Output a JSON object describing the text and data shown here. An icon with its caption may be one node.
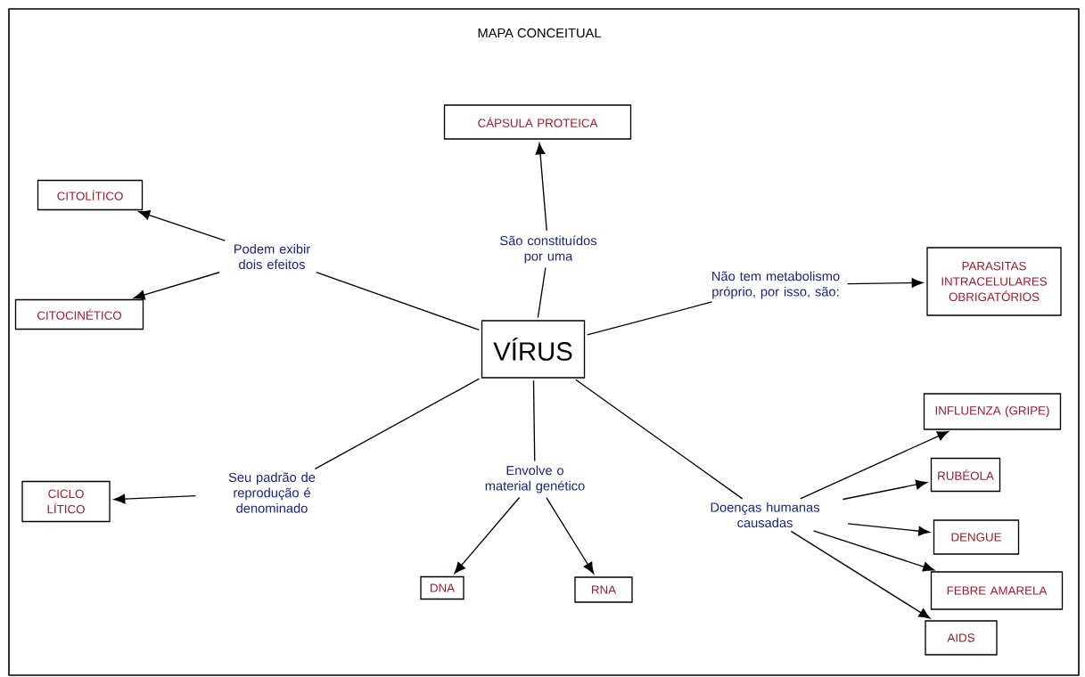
{
  "diagram": {
    "title": "MAPA CONCEITUAL",
    "nodes": [
      {
        "text": [
          "VÍRUS"
        ]
      },
      {
        "text": [
          "CÁPSULA PROTEICA"
        ]
      },
      {
        "text": [
          "São constituídos por uma"
        ]
      },
      {
        "text": [
          "CITOLÍTICO"
        ]
      },
      {
        "text": [
          "CITOCINÉTICO"
        ]
      },
      {
        "text": [
          "Podem exibir dois efeitos"
        ]
      },
      {
        "text": [
          "Não tem metabolismo próprio, por isso, são:"
        ]
      },
      {
        "text": [
          "PARASITAS INTRACELULARES OBRIGATÓRIOS"
        ]
      },
      {
        "text": [
          "Seu padrão de reprodução é denominado"
        ]
      },
      {
        "text": [
          "CICLO LÍTICO"
        ]
      },
      {
        "text": [
          "Envolve o material genético"
        ]
      },
      {
        "text": [
          "DNA"
        ]
      },
      {
        "text": [
          "RNA"
        ]
      },
      {
        "text": [
          "Doenças humanas causadas"
        ]
      },
      {
        "text": [
          "INFLUENZA (GRIPE)"
        ]
      },
      {
        "text": [
          "RUBÉOLA"
        ]
      },
      {
        "text": [
          "DENGUE"
        ]
      },
      {
        "text": [
          "FEBRE AMARELA"
        ]
      },
      {
        "text": [
          "AIDS"
        ]
      }
    ],
    "edges": [
      {
        "from": 0,
        "to": 2,
        "arrow": "none"
      },
      {
        "from": 2,
        "to": 1,
        "arrow": "to"
      },
      {
        "from": 0,
        "to": 5,
        "arrow": "none"
      },
      {
        "from": 5,
        "to": 3,
        "arrow": "to"
      },
      {
        "from": 5,
        "to": 4,
        "arrow": "to"
      },
      {
        "from": 0,
        "to": 6,
        "arrow": "none"
      },
      {
        "from": 6,
        "to": 7,
        "arrow": "to"
      },
      {
        "from": 0,
        "to": 8,
        "arrow": "none"
      },
      {
        "from": 8,
        "to": 9,
        "arrow": "to"
      },
      {
        "from": 0,
        "to": 10,
        "arrow": "none"
      },
      {
        "from": 10,
        "to": 11,
        "arrow": "to"
      },
      {
        "from": 10,
        "to": 12,
        "arrow": "to"
      },
      {
        "from": 0,
        "to": 13,
        "arrow": "none"
      },
      {
        "from": 13,
        "to": 14,
        "arrow": "to"
      },
      {
        "from": 13,
        "to": 15,
        "arrow": "to"
      },
      {
        "from": 13,
        "to": 16,
        "arrow": "to"
      },
      {
        "from": 13,
        "to": 17,
        "arrow": "to"
      },
      {
        "from": 13,
        "to": 18,
        "arrow": "to"
      }
    ]
  }
}
